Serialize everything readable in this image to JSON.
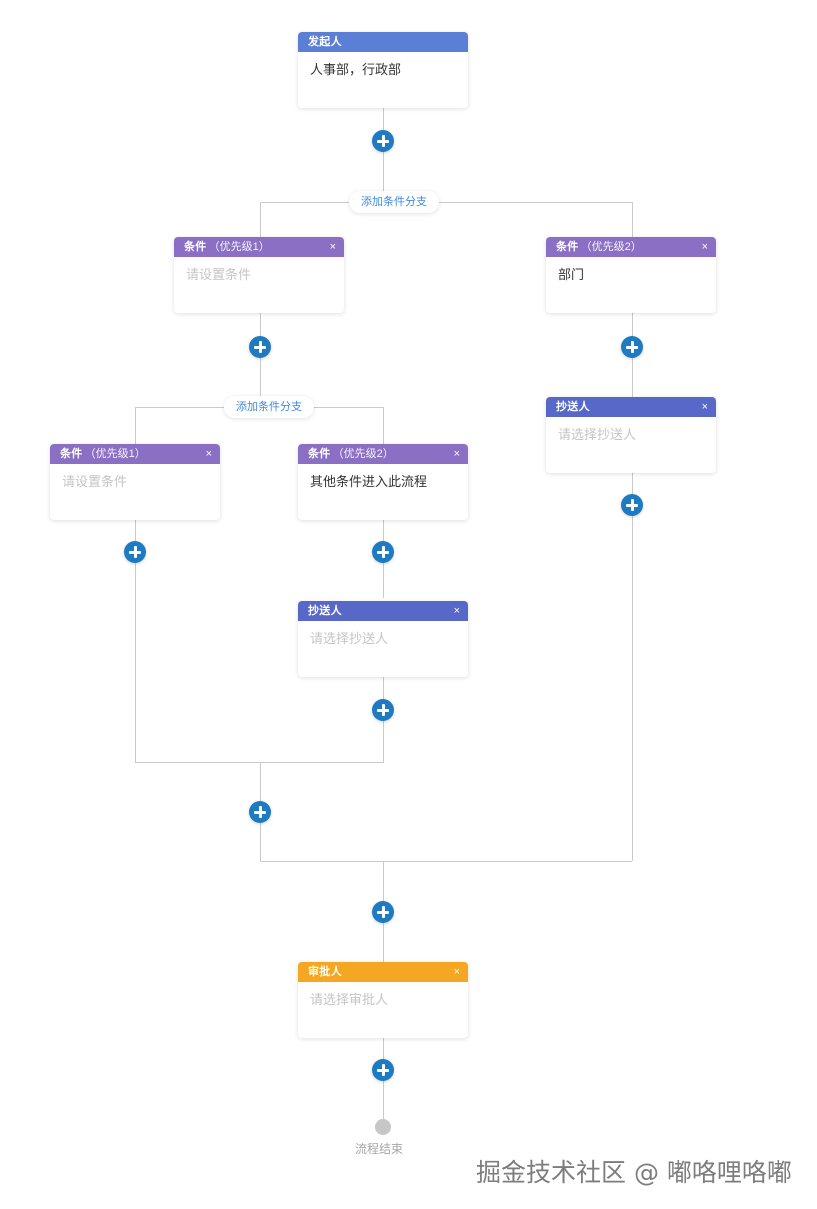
{
  "meta": {
    "background_color": "#ffffff",
    "line_color": "#cacaca",
    "accent_blue": "#1f7bc1",
    "link_blue": "#3e8ae0"
  },
  "nodes": {
    "initiator": {
      "title": "发起人",
      "sub": "",
      "body": "人事部，行政部",
      "is_placeholder": false,
      "header_color": "#5a7fd4",
      "close": ""
    },
    "cond_top_1": {
      "title": "条件",
      "sub": "（优先级1）",
      "body": "请设置条件",
      "is_placeholder": true,
      "header_color": "#8b6fc4",
      "close": "×"
    },
    "cond_top_2": {
      "title": "条件",
      "sub": "（优先级2）",
      "body": "部门",
      "is_placeholder": false,
      "header_color": "#8b6fc4",
      "close": "×"
    },
    "cc_right": {
      "title": "抄送人",
      "sub": "",
      "body": "请选择抄送人",
      "is_placeholder": true,
      "header_color": "#5868c8",
      "close": "×"
    },
    "cond_sub_1": {
      "title": "条件",
      "sub": "（优先级1）",
      "body": "请设置条件",
      "is_placeholder": true,
      "header_color": "#8b6fc4",
      "close": "×"
    },
    "cond_sub_2": {
      "title": "条件",
      "sub": "（优先级2）",
      "body": "其他条件进入此流程",
      "is_placeholder": false,
      "header_color": "#8b6fc4",
      "close": "×"
    },
    "cc_middle": {
      "title": "抄送人",
      "sub": "",
      "body": "请选择抄送人",
      "is_placeholder": true,
      "header_color": "#5868c8",
      "close": "×"
    },
    "approver": {
      "title": "审批人",
      "sub": "",
      "body": "请选择审批人",
      "is_placeholder": true,
      "header_color": "#f5a623",
      "close": "×"
    }
  },
  "branch_buttons": {
    "outer": "添加条件分支",
    "inner": "添加条件分支"
  },
  "end_node": {
    "label": "流程结束"
  },
  "watermark": {
    "text": "掘金技术社区 @ 嘟咯哩咯嘟"
  }
}
